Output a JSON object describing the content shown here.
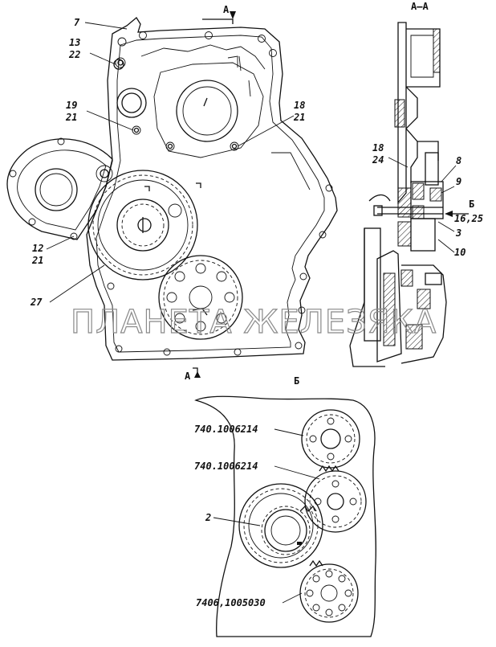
{
  "section_marks": {
    "a_top": "А",
    "a_bottom": "А",
    "section_title": "А–А",
    "view_b": "Б",
    "view_b_arrow": "Б"
  },
  "callouts_main": [
    {
      "id": "c7",
      "text": "7"
    },
    {
      "id": "c13",
      "text": "13"
    },
    {
      "id": "c22",
      "text": "22"
    },
    {
      "id": "c19",
      "text": "19"
    },
    {
      "id": "c21a",
      "text": "21"
    },
    {
      "id": "c18",
      "text": "18"
    },
    {
      "id": "c21b",
      "text": "21"
    },
    {
      "id": "c12",
      "text": "12"
    },
    {
      "id": "c21c",
      "text": "21"
    },
    {
      "id": "c27",
      "text": "27"
    }
  ],
  "callouts_section": [
    {
      "id": "s18",
      "text": "18"
    },
    {
      "id": "s24",
      "text": "24"
    },
    {
      "id": "s8",
      "text": "8"
    },
    {
      "id": "s9",
      "text": "9"
    },
    {
      "id": "s1625",
      "text": "16,25"
    },
    {
      "id": "s3",
      "text": "3"
    },
    {
      "id": "s10",
      "text": "10"
    }
  ],
  "callouts_view_b": [
    {
      "id": "b1",
      "text": "740.1006214"
    },
    {
      "id": "b2",
      "text": "740.1006214"
    },
    {
      "id": "b3",
      "text": "2"
    },
    {
      "id": "b4",
      "text": "7406,1005030"
    }
  ],
  "watermark": "ПЛАНЕТА ЖЕЛЕЗЯКА"
}
